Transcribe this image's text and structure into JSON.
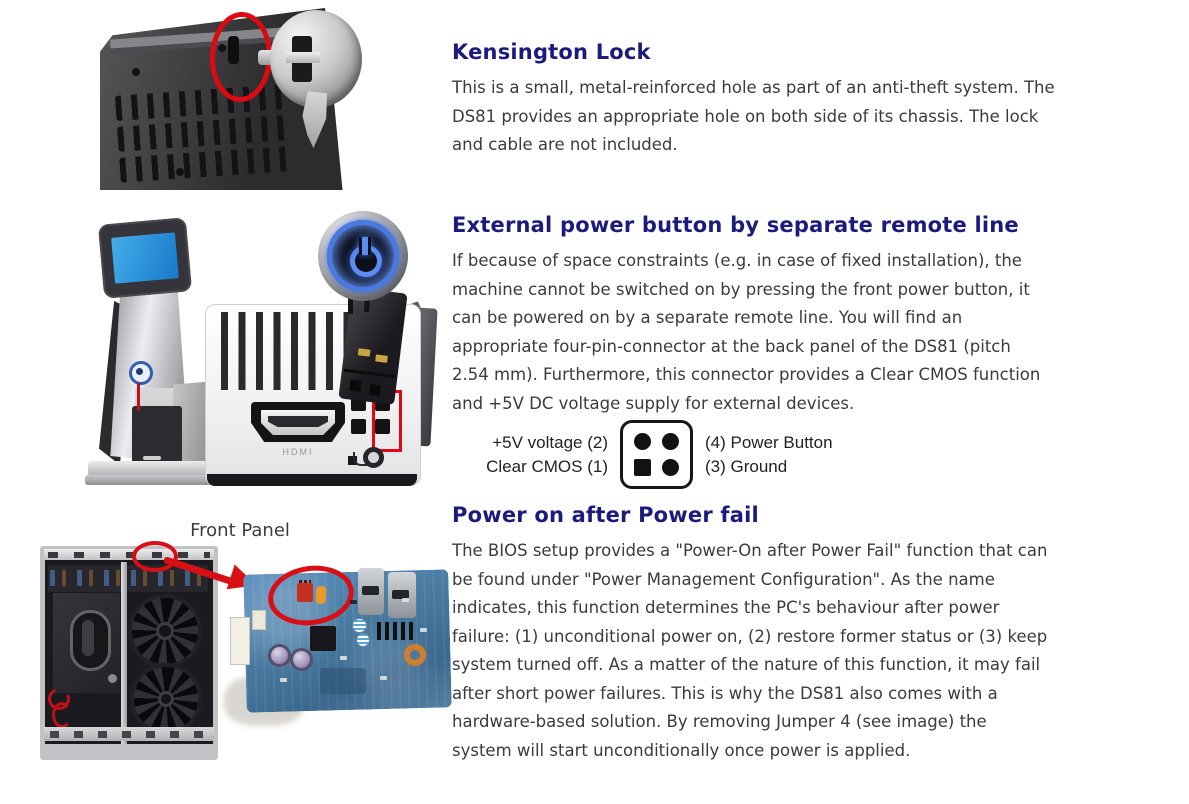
{
  "colors": {
    "heading": "#1b1b7e",
    "body_text": "#3b3b3b",
    "accent_red": "#d80f14",
    "pcb_blue": "#47799f",
    "screen_blue": "#1f8fd6",
    "button_glow_blue": "#4a7ae0"
  },
  "sections": [
    {
      "id": "kensington-lock",
      "title": "Kensington Lock",
      "body": "This is a small, metal-reinforced hole as part of an anti-theft system. The\nDS81 provides an appropriate hole on both side of its chassis. The lock\nand cable are not included."
    },
    {
      "id": "external-power-button",
      "title": "External power button by separate remote line",
      "body": "If because of space constraints (e.g. in case of fixed installation), the\nmachine cannot be switched on by pressing the front power button, it\ncan be powered on by a separate remote line. You will find an\nappropriate four-pin-connector at the back panel of the DS81 (pitch\n2.54 mm). Furthermore, this connector provides a Clear CMOS function\nand +5V DC voltage supply for external devices."
    },
    {
      "id": "power-on-after-power-fail",
      "title": "Power on after Power fail",
      "body": "The BIOS setup provides a \"Power-On after Power Fail\" function that can\nbe found under \"Power Management Configuration\". As the name\nindicates, this function determines the PC's behaviour after power\nfailure: (1) unconditional power on, (2) restore former status or (3) keep\nsystem turned off. As a matter of the nature of this function, it may fail\nafter short power failures. This is why the DS81 also comes with a\nhardware-based solution. By removing Jumper 4 (see image) the\nsystem will start unconditionally once power is applied."
    }
  ],
  "pin_diagram": {
    "left_labels": [
      "+5V voltage (2)",
      "Clear CMOS (1)"
    ],
    "right_labels": [
      "(4) Power Button",
      "(3) Ground"
    ]
  },
  "labels": {
    "front_panel": "Front Panel",
    "hdmi": "HDMI"
  }
}
